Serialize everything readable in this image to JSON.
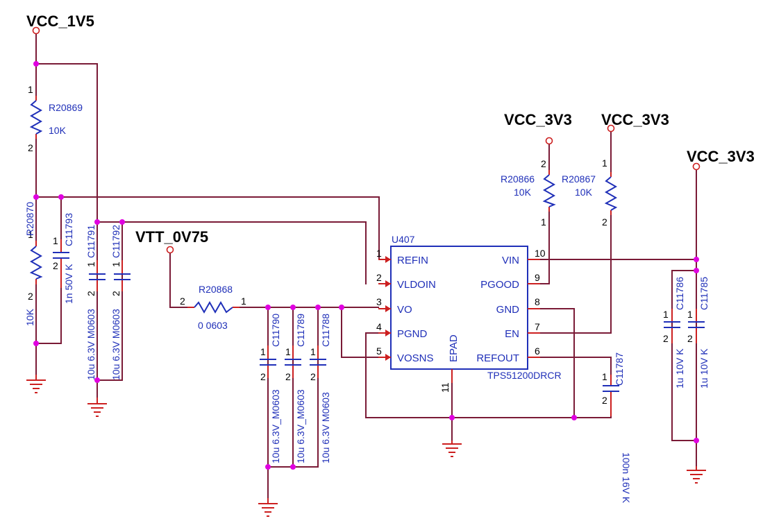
{
  "nets": {
    "vcc_1v5": "VCC_1V5",
    "vtt_0v75": "VTT_0V75",
    "vcc_3v3_a": "VCC_3V3",
    "vcc_3v3_b": "VCC_3V3",
    "vcc_3v3_c": "VCC_3V3"
  },
  "ic": {
    "ref": "U407",
    "part": "TPS51200DRCR",
    "pins": {
      "refin": "REFIN",
      "refin_num": "1",
      "vldoin": "VLDOIN",
      "vldoin_num": "2",
      "vo": "VO",
      "vo_num": "3",
      "pgnd": "PGND",
      "pgnd_num": "4",
      "vosns": "VOSNS",
      "vosns_num": "5",
      "vin": "VIN",
      "vin_num": "10",
      "pgood": "PGOOD",
      "pgood_num": "9",
      "gnd": "GND",
      "gnd_num": "8",
      "en": "EN",
      "en_num": "7",
      "refout": "REFOUT",
      "refout_num": "6",
      "epad": "EPAD",
      "epad_num": "11"
    }
  },
  "components": {
    "r20869": {
      "ref": "R20869",
      "value": "10K",
      "pin_a": "1",
      "pin_b": "2"
    },
    "r20870": {
      "ref": "R20870",
      "value": "10K",
      "pin_a": "1",
      "pin_b": "2"
    },
    "c11793": {
      "ref": "C11793",
      "value": "1n 50V K",
      "pin_a": "1",
      "pin_b": "2"
    },
    "c11791": {
      "ref": "C11791",
      "value": "10u 6.3V M0603",
      "pin_a": "1",
      "pin_b": "2"
    },
    "c11792": {
      "ref": "C11792",
      "value": "10u 6.3V M0603",
      "pin_a": "1",
      "pin_b": "2"
    },
    "r20868": {
      "ref": "R20868",
      "value": "0 0603",
      "pin_a": "2",
      "pin_b": "1"
    },
    "c11790": {
      "ref": "C11790",
      "value": "10u 6.3V_M0603",
      "pin_a": "1",
      "pin_b": "2"
    },
    "c11789": {
      "ref": "C11789",
      "value": "10u 6.3V_M0603",
      "pin_a": "1",
      "pin_b": "2"
    },
    "c11788": {
      "ref": "C11788",
      "value": "10u 6.3V M0603",
      "pin_a": "1",
      "pin_b": "2"
    },
    "r20866": {
      "ref": "R20866",
      "value": "10K",
      "pin_a": "2",
      "pin_b": "1"
    },
    "r20867": {
      "ref": "R20867",
      "value": "10K",
      "pin_a": "1",
      "pin_b": "2"
    },
    "c11787": {
      "ref": "C11787",
      "value": "100n 16V K",
      "pin_a": "1",
      "pin_b": "2"
    },
    "c11786": {
      "ref": "C11786",
      "value": "1u 10V K",
      "pin_a": "1",
      "pin_b": "2"
    },
    "c11785": {
      "ref": "C11785",
      "value": "1u 10V K",
      "pin_a": "1",
      "pin_b": "2"
    }
  },
  "colors": {
    "wire": "#7a1a36",
    "component": "#1f2fb8",
    "pin_lead": "#cc1f1f",
    "junction": "#e000e0",
    "net_label": "#000000"
  }
}
